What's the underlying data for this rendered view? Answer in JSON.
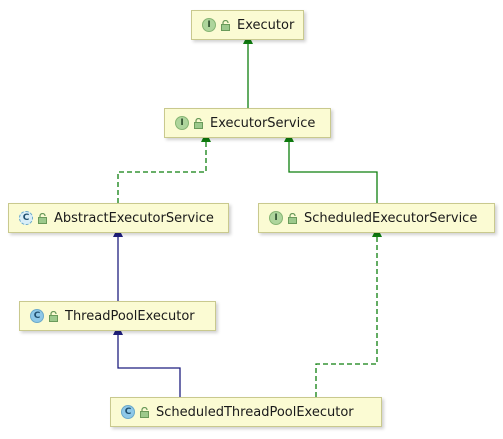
{
  "diagram": {
    "nodes": [
      {
        "id": "executor",
        "kind": "interface",
        "badge": "I",
        "label": "Executor"
      },
      {
        "id": "executor_service",
        "kind": "interface",
        "badge": "I",
        "label": "ExecutorService"
      },
      {
        "id": "abstract_executor_service",
        "kind": "abstract-class",
        "badge": "C",
        "label": "AbstractExecutorService"
      },
      {
        "id": "scheduled_executor_service",
        "kind": "interface",
        "badge": "I",
        "label": "ScheduledExecutorService"
      },
      {
        "id": "thread_pool_executor",
        "kind": "class",
        "badge": "C",
        "label": "ThreadPoolExecutor"
      },
      {
        "id": "scheduled_thread_pool_executor",
        "kind": "class",
        "badge": "C",
        "label": "ScheduledThreadPoolExecutor"
      }
    ],
    "edges": [
      {
        "from": "executor_service",
        "to": "executor",
        "relation": "extends"
      },
      {
        "from": "abstract_executor_service",
        "to": "executor_service",
        "relation": "implements"
      },
      {
        "from": "scheduled_executor_service",
        "to": "executor_service",
        "relation": "extends"
      },
      {
        "from": "thread_pool_executor",
        "to": "abstract_executor_service",
        "relation": "extends"
      },
      {
        "from": "scheduled_thread_pool_executor",
        "to": "thread_pool_executor",
        "relation": "extends"
      },
      {
        "from": "scheduled_thread_pool_executor",
        "to": "scheduled_executor_service",
        "relation": "implements"
      }
    ],
    "colors": {
      "interface_inheritance": "#0f7f0f",
      "class_inheritance": "#1f1f7f",
      "node_fill": "#fbfbd3",
      "node_border": "#c9c98e"
    },
    "icons": {
      "visibility": "lock-icon"
    }
  }
}
